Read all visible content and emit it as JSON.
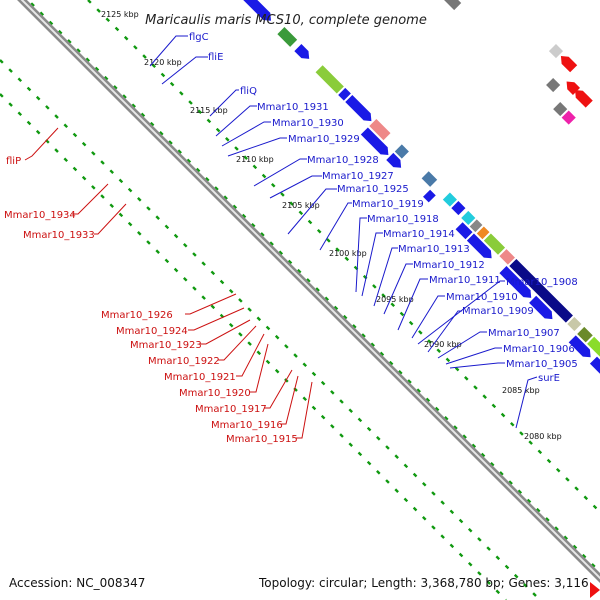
{
  "title": "Maricaulis maris MCS10, complete genome",
  "footer": {
    "accession": "Accession: NC_008347",
    "topology": "Topology: circular; Length: 3,368,780 bp; Genes: 3,116"
  },
  "kbp_ticks": [
    "2125 kbp",
    "2120 kbp",
    "2115 kbp",
    "2110 kbp",
    "2105 kbp",
    "2100 kbp",
    "2095 kbp",
    "2090 kbp",
    "2085 kbp",
    "2080 kbp"
  ],
  "forward_labels": [
    "flgC",
    "fliE",
    "fliQ",
    "Mmar10_1931",
    "Mmar10_1930",
    "Mmar10_1929",
    "Mmar10_1928",
    "Mmar10_1927",
    "Mmar10_1925",
    "Mmar10_1919",
    "Mmar10_1918",
    "Mmar10_1914",
    "Mmar10_1913",
    "Mmar10_1912",
    "Mmar10_1911",
    "Mmar10_1910",
    "Mmar10_1909",
    "Mmar10_1908",
    "Mmar10_1907",
    "Mmar10_1906",
    "Mmar10_1905",
    "surE"
  ],
  "reverse_labels": [
    "fliP",
    "Mmar10_1934",
    "Mmar10_1933",
    "Mmar10_1926",
    "Mmar10_1924",
    "Mmar10_1923",
    "Mmar10_1922",
    "Mmar10_1921",
    "Mmar10_1920",
    "Mmar10_1917",
    "Mmar10_1916",
    "Mmar10_1915"
  ],
  "colors": {
    "forward_label": "#1a1acc",
    "reverse_label": "#cc1111",
    "forward_arrow": "#0a14e6",
    "reverse_arrow": "#ee1111",
    "backbone": "#7a7a7a",
    "tick_dash": "#119911"
  }
}
